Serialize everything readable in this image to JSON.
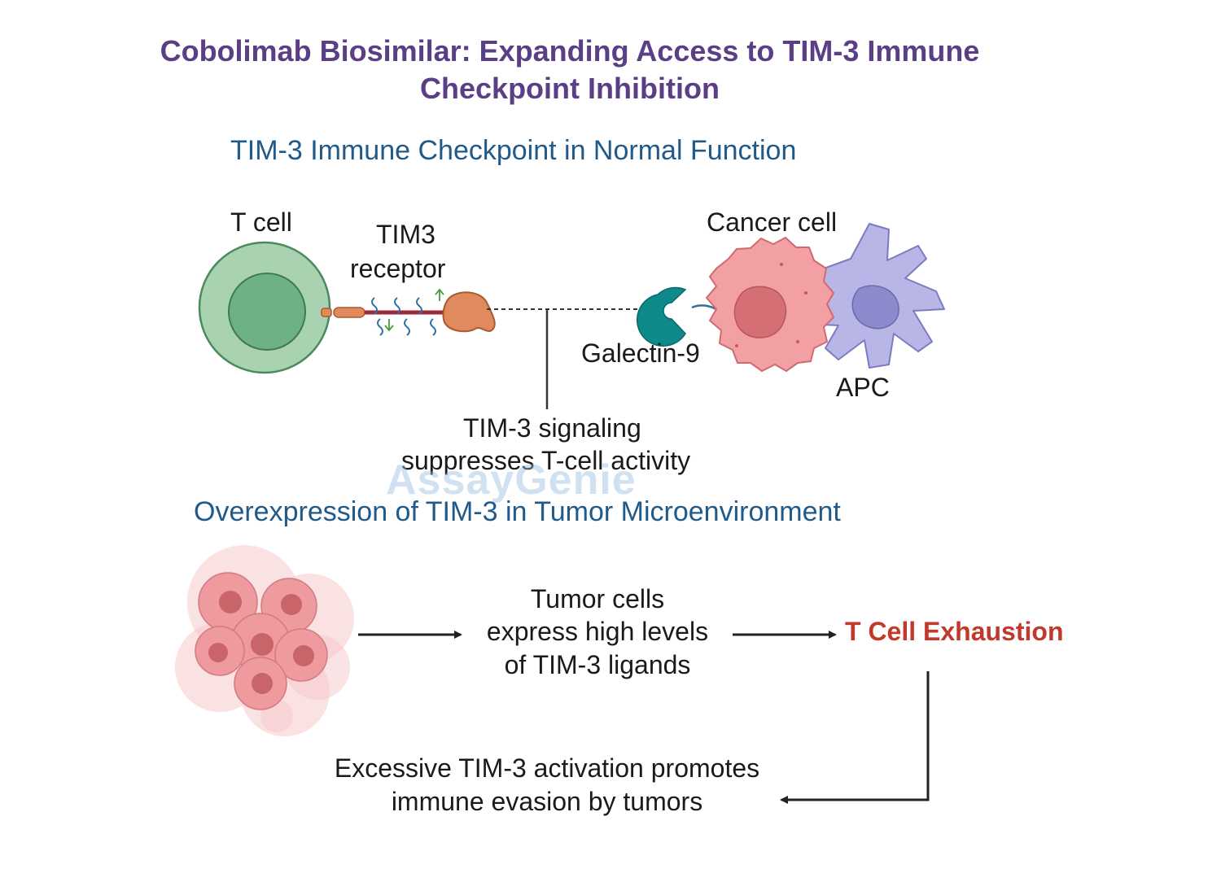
{
  "title": "Cobolimab Biosimilar: Expanding Access to TIM-3 Immune Checkpoint Inhibition",
  "section1": {
    "heading": "TIM-3 Immune Checkpoint in Normal Function",
    "t_cell": "T cell",
    "receptor_line1": "TIM3",
    "receptor_line2": "receptor",
    "cancer_cell": "Cancer cell",
    "galectin": "Galectin-9",
    "apc": "APC",
    "signal_line1": "TIM-3 signaling",
    "signal_line2": "suppresses T-cell activity"
  },
  "watermark": "AssayGenie",
  "section2": {
    "heading": "Overexpression of TIM-3 in Tumor Microenvironment",
    "tumor_line1": "Tumor cells",
    "tumor_line2": "express high levels",
    "tumor_line3": "of TIM-3 ligands",
    "exhaustion": "T Cell Exhaustion",
    "evasion_line1": "Excessive TIM-3 activation promotes",
    "evasion_line2": "immune evasion by tumors"
  },
  "colors": {
    "title": "#5a3f86",
    "heading": "#1f5a8a",
    "exhaustion": "#c0392b",
    "t_cell": "#a9d3b0",
    "cancer_cell": "#f2a0a3",
    "apc": "#b8b6e6",
    "galectin": "#0e8a8a",
    "receptor_head": "#e08a5e"
  }
}
